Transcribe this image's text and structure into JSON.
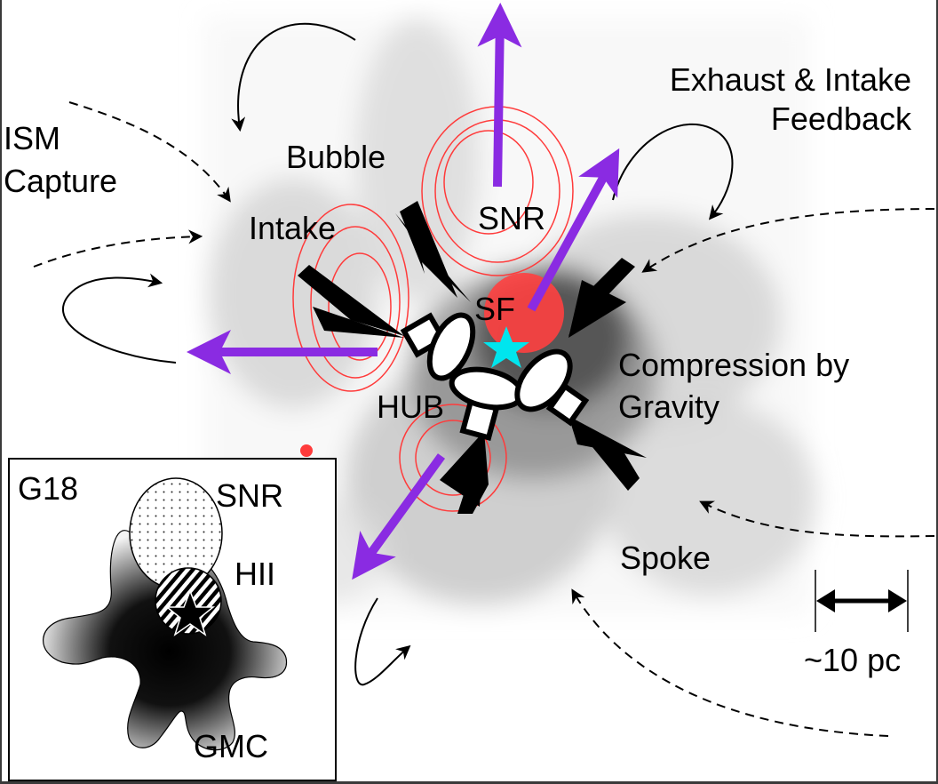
{
  "figure": {
    "labels": {
      "ism_capture_line1": "ISM",
      "ism_capture_line2": "Capture",
      "bubble": "Bubble",
      "intake": "Intake",
      "snr": "SNR",
      "sf": "SF",
      "hub": "HUB",
      "exhaust_line1": "Exhaust & Intake",
      "exhaust_line2": "Feedback",
      "compression_line1": "Compression by",
      "compression_line2": "Gravity",
      "spoke": "Spoke",
      "scale": "~10 pc"
    },
    "inset": {
      "title": "G18",
      "snr": "SNR",
      "hii": "HII",
      "gmc": "GMC"
    },
    "colors": {
      "outflow_arrow": "#8a2be2",
      "contour": "#ff3b3b",
      "star": "#00e5ee",
      "inflow_arrow": "#000000"
    }
  }
}
